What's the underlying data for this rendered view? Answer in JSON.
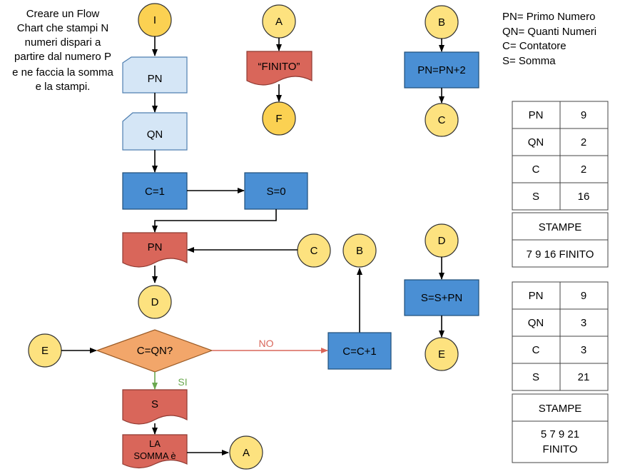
{
  "description_text": [
    "Creare un Flow",
    "Chart che stampi N",
    "numeri dispari a",
    "partire dal numero P",
    "e ne faccia la somma",
    "e la stampi."
  ],
  "legend": [
    "PN= Primo Numero",
    "QN= Quanti Numeri",
    "C= Contatore",
    "S= Somma"
  ],
  "nodes": {
    "start": "I",
    "input_pn": "PN",
    "input_qn": "QN",
    "set_c": "C=1",
    "set_s": "S=0",
    "print_pn": "PN",
    "connector_d_left": "D",
    "connector_c_in": "C",
    "connector_b_out": "B",
    "decision": "C=QN?",
    "decision_no": "NO",
    "decision_yes": "SI",
    "inc_c": "C=C+1",
    "connector_e_in": "E",
    "print_s": "S",
    "print_sum_line1": "LA",
    "print_sum_line2": "SOMMA è",
    "connector_a_out": "A",
    "connector_a_in": "A",
    "print_finito": "“FINITO”",
    "end": "F",
    "connector_b_in": "B",
    "pn_update": "PN=PN+2",
    "connector_c_out": "C",
    "connector_d_in": "D",
    "sum_update": "S=S+PN",
    "connector_e_out": "E"
  },
  "tables": [
    {
      "rows": [
        [
          "PN",
          "9"
        ],
        [
          "QN",
          "2"
        ],
        [
          "C",
          "2"
        ],
        [
          "S",
          "16"
        ]
      ],
      "stampe_label": "STAMPE",
      "stampe_lines": [
        "7 9 16 FINITO"
      ]
    },
    {
      "rows": [
        [
          "PN",
          "9"
        ],
        [
          "QN",
          "3"
        ],
        [
          "C",
          "3"
        ],
        [
          "S",
          "21"
        ]
      ],
      "stampe_label": "STAMPE",
      "stampe_lines": [
        "5 7 9 21",
        "FINITO"
      ]
    }
  ],
  "colors": {
    "process_blue": "#4a8fd4",
    "input_light_blue": "#d5e6f6",
    "output_red": "#d9665a",
    "connector_yellow": "#fde27f",
    "terminal_yellow": "#fbd152",
    "decision_orange": "#f2a66a",
    "no_branch": "#d9665a",
    "yes_branch": "#6aa84f"
  }
}
